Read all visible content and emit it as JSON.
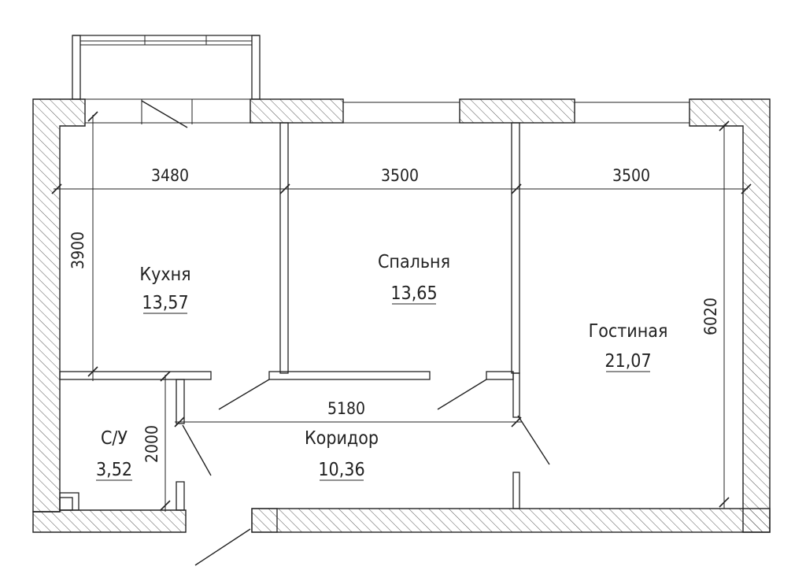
{
  "rooms": {
    "kitchen": {
      "name": "Кухня",
      "area": "13,57"
    },
    "bedroom": {
      "name": "Спальня",
      "area": "13,65"
    },
    "living": {
      "name": "Гостиная",
      "area": "21,07"
    },
    "bathroom": {
      "name": "С/У",
      "area": "3,52"
    },
    "corridor": {
      "name": "Коридор",
      "area": "10,36"
    }
  },
  "dimensions": {
    "kitchen_width": "3480",
    "bedroom_width": "3500",
    "living_width": "3500",
    "kitchen_depth": "3900",
    "living_depth": "6020",
    "corridor_length": "5180",
    "bathroom_depth": "2000"
  }
}
